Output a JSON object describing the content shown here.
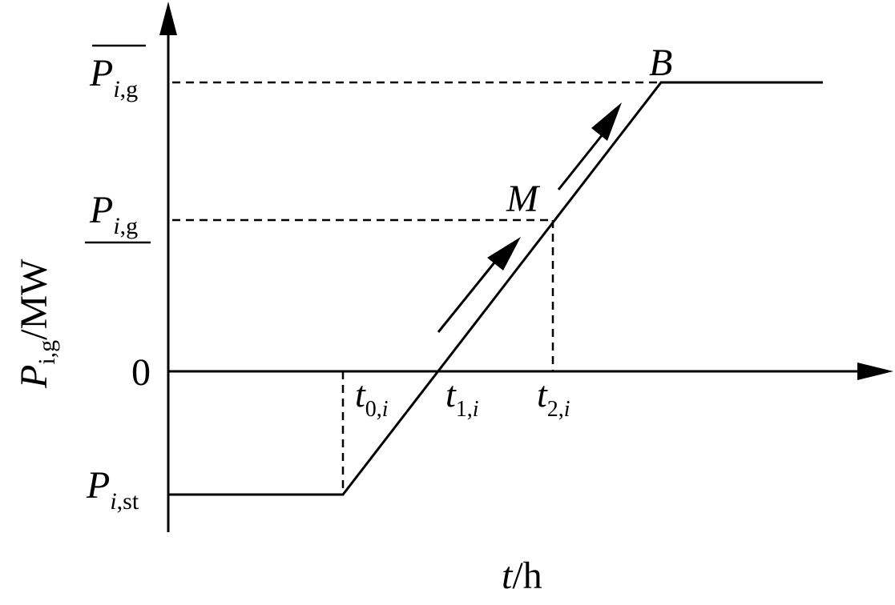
{
  "diagram": {
    "y_axis_label": {
      "main": "P",
      "sub": "i,g",
      "unit": "/MW"
    },
    "x_axis_label": {
      "main": "t",
      "unit": "/h"
    },
    "y_levels": {
      "upper": {
        "main": "P",
        "sub_italic": "i",
        "sub_rest": ",g",
        "bar": "over"
      },
      "lower": {
        "main": "P",
        "sub_italic": "i",
        "sub_rest": ",g",
        "bar": "under"
      },
      "zero": "0",
      "start": {
        "main": "P",
        "sub_italic": "i",
        "sub_rest": ",st"
      }
    },
    "x_ticks": [
      {
        "main": "t",
        "sub_rest": "0,",
        "sub_italic": "i"
      },
      {
        "main": "t",
        "sub_rest": "1,",
        "sub_italic": "i"
      },
      {
        "main": "t",
        "sub_rest": "2,",
        "sub_italic": "i"
      }
    ],
    "points": {
      "M": "M",
      "B": "B"
    }
  }
}
